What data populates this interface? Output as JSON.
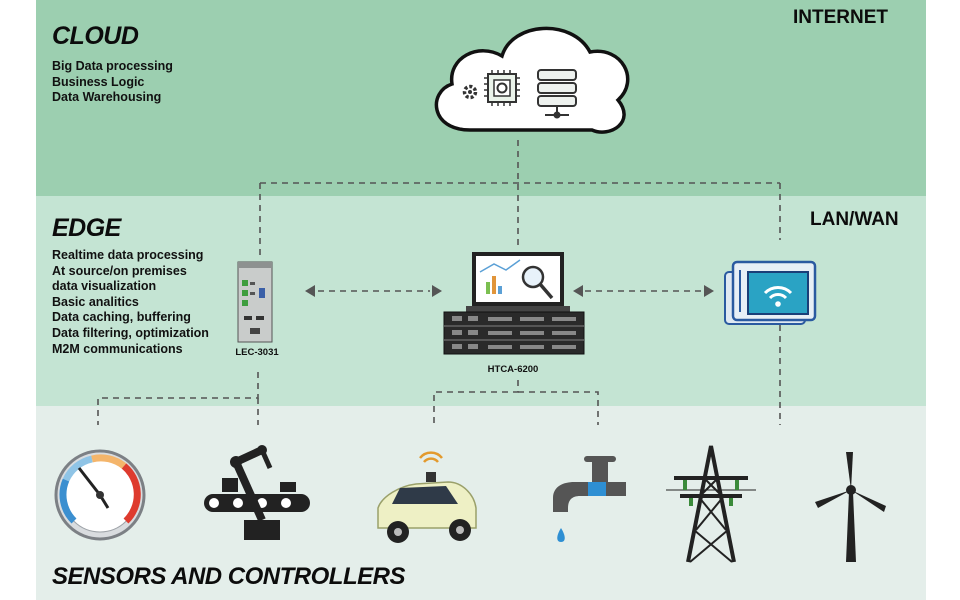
{
  "cloud": {
    "heading": "CLOUD",
    "tag": "INTERNET",
    "features": [
      "Big Data processing",
      "Business Logic",
      "Data Warehousing"
    ]
  },
  "edge": {
    "heading": "EDGE",
    "tag": "LAN/WAN",
    "features": [
      "Realtime data processing",
      "At source/on premises",
      "data visualization",
      "Basic analitics",
      "Data caching, buffering",
      "Data filtering, optimization",
      "M2M communications"
    ]
  },
  "devices": {
    "lec": "LEC-3031",
    "htca": "HTCA-6200"
  },
  "sensors": {
    "heading": "SENSORS AND CONTROLLERS",
    "icons": [
      "gauge-icon",
      "robot-arm-conveyor-icon",
      "autonomous-car-icon",
      "water-tap-icon",
      "power-pylon-icon",
      "wind-turbine-icon"
    ]
  },
  "colors": {
    "cloud_band": "#9ccfb0",
    "edge_band": "#c4e4d3",
    "sensor_band": "#e4eeea",
    "connector": "#555555"
  }
}
